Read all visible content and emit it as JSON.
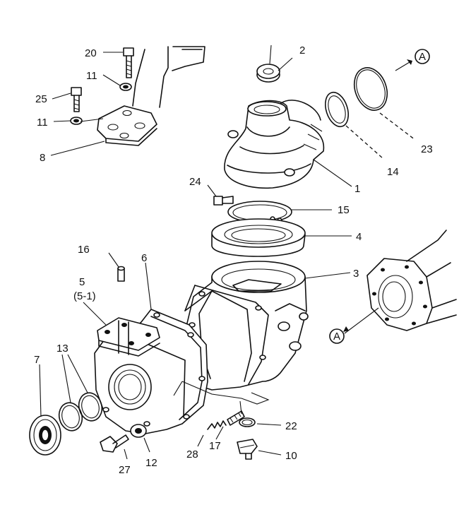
{
  "labels": {
    "p1": "1",
    "p2": "2",
    "p3": "3",
    "p4": "4",
    "p5": "5",
    "p5_1": "(5-1)",
    "p6": "6",
    "p7": "7",
    "p8": "8",
    "p10": "10",
    "p11a": "11",
    "p11b": "11",
    "p12": "12",
    "p13": "13",
    "p14": "14",
    "p15": "15",
    "p16": "16",
    "p17": "17",
    "p20": "20",
    "p22": "22",
    "p23": "23",
    "p24": "24",
    "p25": "25",
    "p27": "27",
    "p28": "28",
    "refA1": "A",
    "refA2": "A"
  }
}
